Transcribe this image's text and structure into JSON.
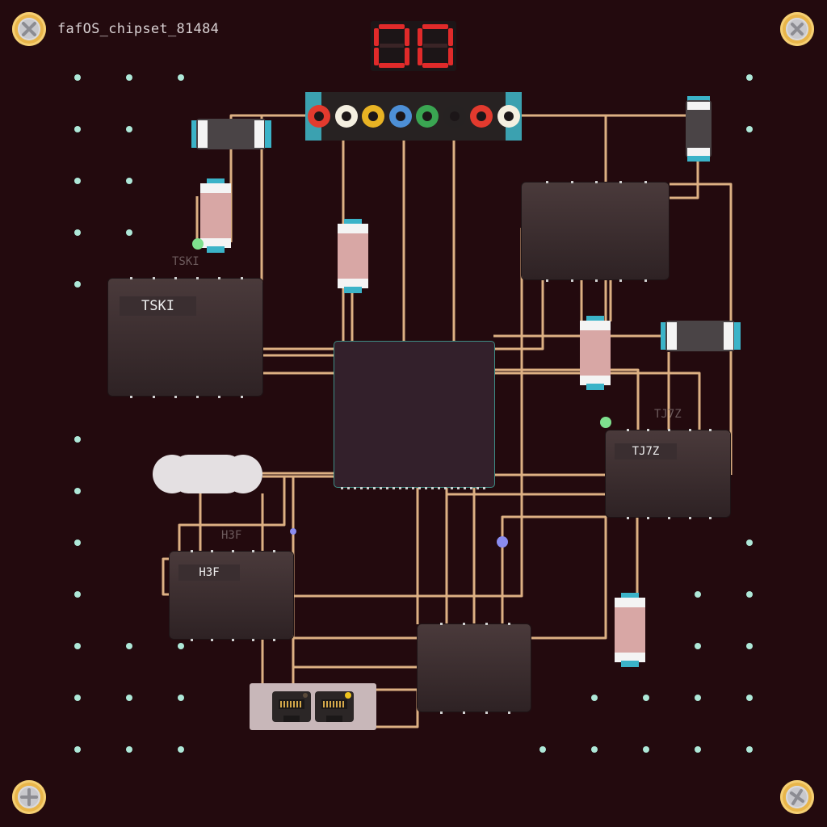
{
  "board": {
    "title": "fafOS_chipset_81484",
    "display_value": "00",
    "colors": {
      "background": "#230a0e",
      "trace": "#e7b98a",
      "chip_body": "#3a2c2e",
      "cpu_border": "#3d8d85",
      "connector_end": "#3ba1b0",
      "segment_on": "#e02a2a"
    }
  },
  "chips": [
    {
      "id": "tski",
      "label": "TSKI",
      "ghost_label": "TSKI"
    },
    {
      "id": "tj7z",
      "label": "TJ7Z",
      "ghost_label": "TJ7Z"
    },
    {
      "id": "h3f",
      "label": "H3F",
      "ghost_label": "H3F"
    }
  ],
  "header_jacks": [
    {
      "color": "#e23a2e"
    },
    {
      "color": "#f4efe0"
    },
    {
      "color": "#e8b324"
    },
    {
      "color": "#4d8fd6"
    },
    {
      "color": "#3aa552"
    },
    {
      "color": "#262222"
    },
    {
      "color": "#e23a2e"
    },
    {
      "color": "#f4efe0"
    }
  ],
  "icons": {
    "screw": "screw-icon",
    "ethernet": "ethernet-port-icon",
    "cloud": "cloud-icon"
  }
}
